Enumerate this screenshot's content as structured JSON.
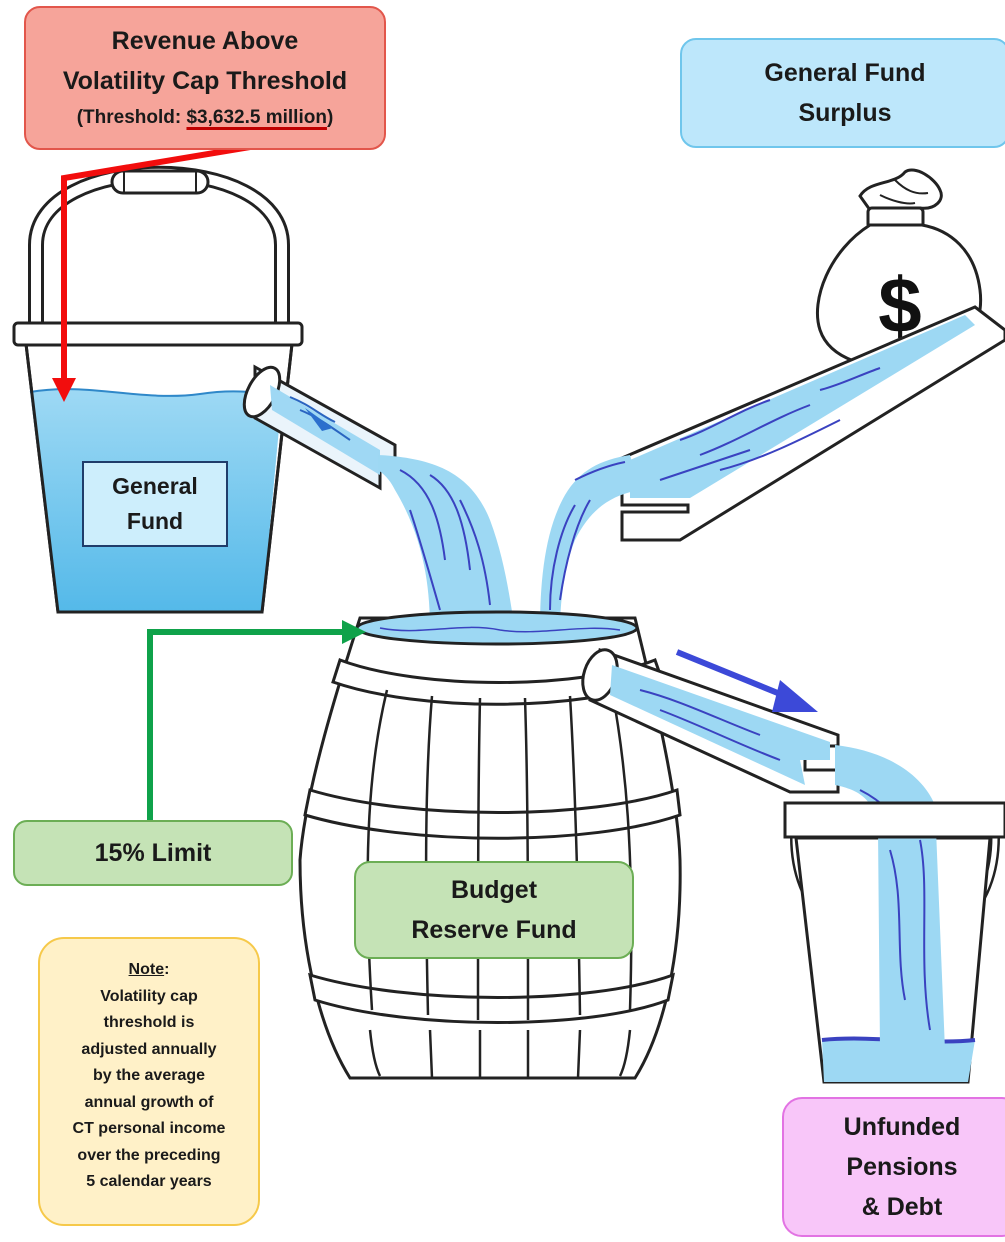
{
  "revenue_box": {
    "title_line1": "Revenue Above",
    "title_line2": "Volatility Cap Threshold",
    "threshold_prefix": "(Threshold: ",
    "threshold_value": "$3,632.5 million",
    "threshold_suffix": ")"
  },
  "surplus_box": {
    "line1": "General Fund",
    "line2": "Surplus"
  },
  "general_fund": {
    "line1": "General",
    "line2": "Fund"
  },
  "money_bag": {
    "symbol": "$"
  },
  "limit_box": {
    "label": "15% Limit"
  },
  "budget_reserve": {
    "line1": "Budget",
    "line2": "Reserve Fund"
  },
  "note": {
    "heading": "Note",
    "colon": ":",
    "lines": [
      "Volatility cap",
      "threshold is",
      "adjusted annually",
      "by the average",
      "annual growth of",
      "CT personal income",
      "over the preceding",
      "5 calendar years"
    ]
  },
  "pension_box": {
    "line1": "Unfunded",
    "line2": "Pensions",
    "line3": "& Debt"
  },
  "icons": [
    "bucket-icon",
    "barrel-icon",
    "money-bag-icon",
    "chute-icon",
    "water-flow-icon"
  ],
  "colors": {
    "red_arrow": "#f20d0d",
    "green_arrow": "#0fa24a",
    "blue_arrow": "#3c49d8",
    "water": "#9dd8f3",
    "water_deep": "#62bfe9",
    "water_lines": "#3a42c0"
  }
}
